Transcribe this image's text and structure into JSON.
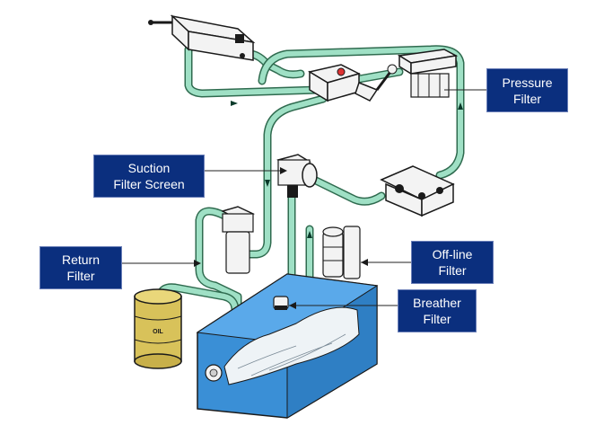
{
  "labels": {
    "pressure_filter": [
      "Pressure",
      "Filter"
    ],
    "suction_filter_screen": [
      "Suction",
      "Filter Screen"
    ],
    "return_filter": [
      "Return",
      "Filter"
    ],
    "offline_filter": [
      "Off-line",
      "Filter"
    ],
    "breather_filter": [
      "Breather",
      "Filter"
    ]
  },
  "drum_text": "OIL",
  "colors": {
    "label_bg": "#0b2f7e",
    "label_text": "#ffffff",
    "pipe_fill": "#9fe0c5",
    "pipe_outline": "#2f6b4f",
    "reservoir": "#3a8fd6",
    "oil_drum": "#d8c25a"
  }
}
